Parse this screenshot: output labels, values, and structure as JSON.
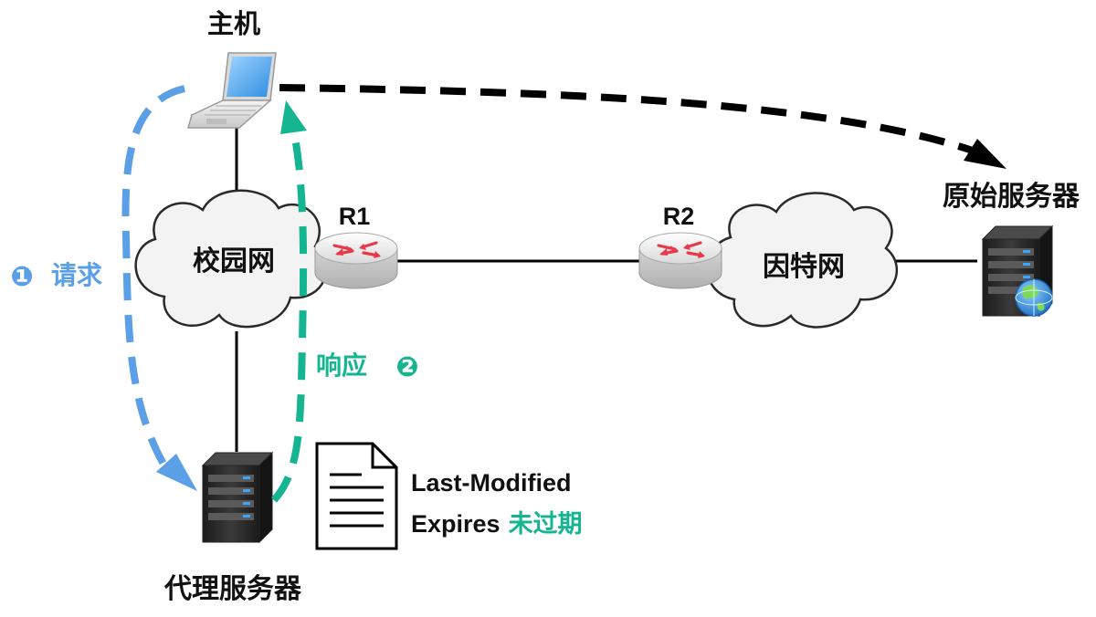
{
  "labels": {
    "host": "主机",
    "campus_net": "校园网",
    "internet": "因特网",
    "r1": "R1",
    "r2": "R2",
    "origin_server": "原始服务器",
    "proxy_server": "代理服务器"
  },
  "request": {
    "step": "❶",
    "text": "请求"
  },
  "response": {
    "text": "响应",
    "step": "❷"
  },
  "doc": {
    "line1": "Last-Modified",
    "line2": "Expires",
    "status": "未过期"
  },
  "colors": {
    "request": "#5b9fe6",
    "response": "#16b592",
    "path_to_origin": "#000000",
    "router_arrows": "#e8394a",
    "globe": "#2f8fd6"
  },
  "icons": [
    "laptop-icon",
    "router-icon",
    "server-icon",
    "cloud-icon",
    "document-icon",
    "globe-icon"
  ]
}
